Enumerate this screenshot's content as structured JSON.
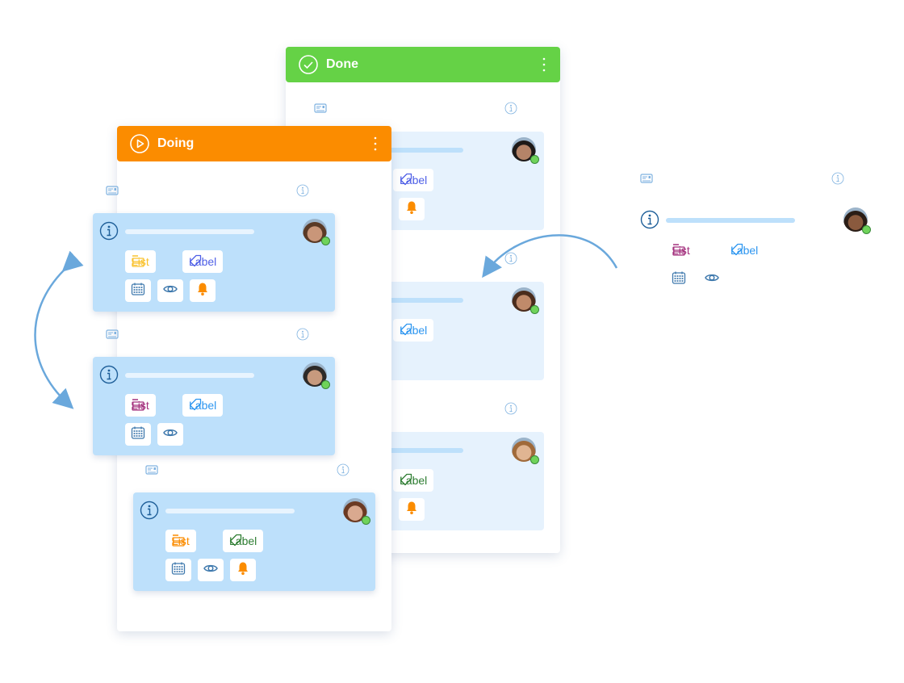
{
  "colors": {
    "done": "#65d246",
    "doing": "#fb8c00",
    "card_doing": "#bde0fb",
    "card_done": "#e6f2fd",
    "icon_dark": "#1f5f99",
    "icon_light": "#7fb2e0",
    "online": "#6fd35a"
  },
  "columns": {
    "done": {
      "title": "Done",
      "icon": "check-circle-icon"
    },
    "doing": {
      "title": "Doing",
      "icon": "play-circle-icon"
    }
  },
  "doing_cards": [
    {
      "list": "List",
      "list_color": "#f9c22e",
      "label": "Label",
      "label_color": "#4e5fe6",
      "buttons": [
        "calendar",
        "eye",
        "bell"
      ],
      "skin": "#c99679",
      "hair": "#5a3a26"
    },
    {
      "list": "List",
      "list_color": "#a3307d",
      "label": "Label",
      "label_color": "#2d96f0",
      "buttons": [
        "calendar",
        "eye"
      ],
      "skin": "#c79a7e",
      "hair": "#2e2a28"
    },
    {
      "list": "List",
      "list_color": "#fb8c00",
      "label": "Label",
      "label_color": "#2e7d32",
      "buttons": [
        "calendar",
        "eye",
        "bell"
      ],
      "skin": "#d9a98f",
      "hair": "#6b3a22"
    }
  ],
  "done_cards": [
    {
      "label": "Label",
      "label_color": "#4e5fe6",
      "buttons": [
        "bell"
      ],
      "skin": "#b58468",
      "hair": "#1e1a18"
    },
    {
      "label": "Label",
      "label_color": "#2d96f0",
      "buttons": [],
      "skin": "#c08a6a",
      "hair": "#4a2c1c"
    },
    {
      "label": "Label",
      "label_color": "#2e7d32",
      "buttons": [
        "bell"
      ],
      "skin": "#e0b592",
      "hair": "#a06a3a"
    }
  ],
  "floating_card": {
    "list": "List",
    "list_color": "#a3307d",
    "label": "Label",
    "label_color": "#2d96f0",
    "buttons": [
      "calendar",
      "eye"
    ],
    "skin": "#8a5a3e",
    "hair": "#2a1d16"
  }
}
